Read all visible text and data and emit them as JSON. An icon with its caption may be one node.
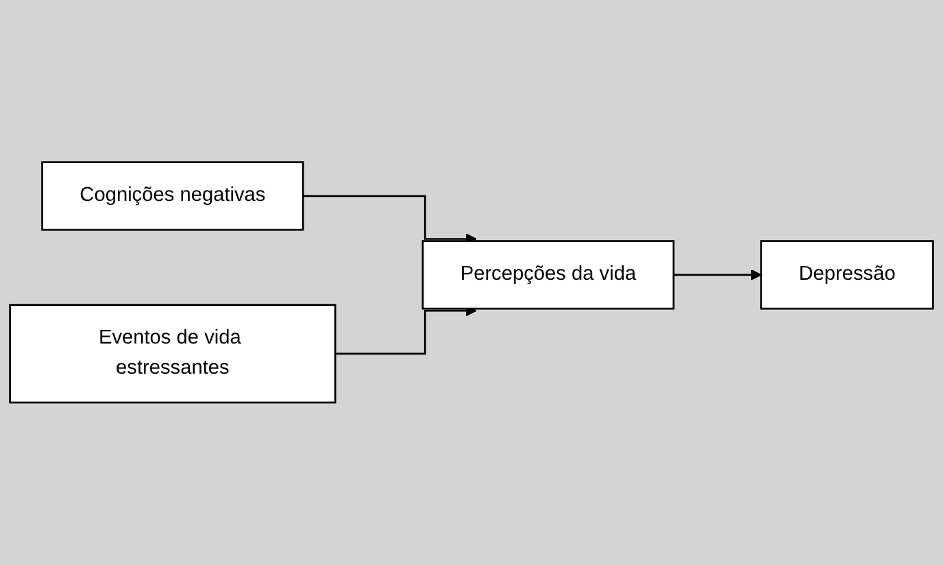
{
  "diagram": {
    "nodes": [
      {
        "text": [
          "Cognições negativas"
        ]
      },
      {
        "text": [
          "Percepções da vida"
        ]
      },
      {
        "text": [
          "Depressão"
        ]
      },
      {
        "text": [
          "Eventos de vida estressantes"
        ]
      }
    ],
    "edges": [
      {
        "from": 0,
        "to": 1,
        "arrow": "to"
      },
      {
        "from": 3,
        "to": 1,
        "arrow": "to"
      },
      {
        "from": 1,
        "to": 2,
        "arrow": "to"
      }
    ]
  }
}
